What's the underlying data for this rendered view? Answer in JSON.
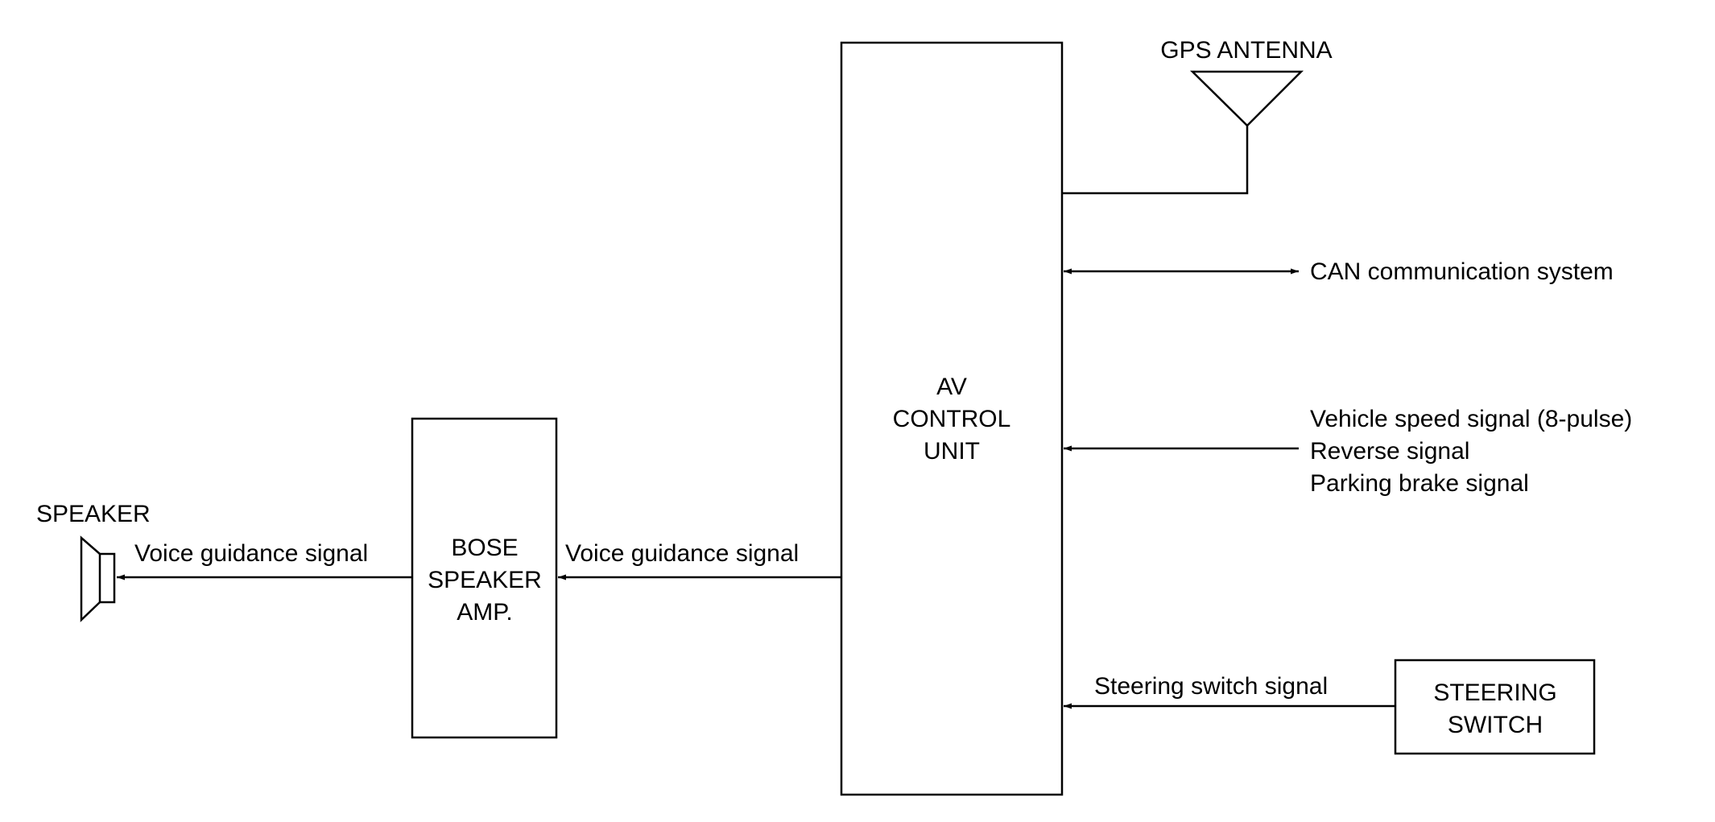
{
  "blocks": {
    "av_control_unit": {
      "lines": [
        "AV",
        "CONTROL",
        "UNIT"
      ]
    },
    "bose_speaker_amp": {
      "lines": [
        "BOSE",
        "SPEAKER",
        "AMP."
      ]
    },
    "steering_switch": {
      "lines": [
        "STEERING",
        "SWITCH"
      ]
    }
  },
  "components": {
    "gps_antenna": "GPS ANTENNA",
    "speaker": "SPEAKER"
  },
  "signals": {
    "can": "CAN communication system",
    "vehicle_inputs": [
      "Vehicle speed signal (8-pulse)",
      "Reverse signal",
      "Parking brake signal"
    ],
    "voice_guidance_av_to_amp": "Voice guidance signal",
    "voice_guidance_amp_to_speaker": "Voice guidance signal",
    "steering_switch_signal": "Steering switch signal"
  }
}
